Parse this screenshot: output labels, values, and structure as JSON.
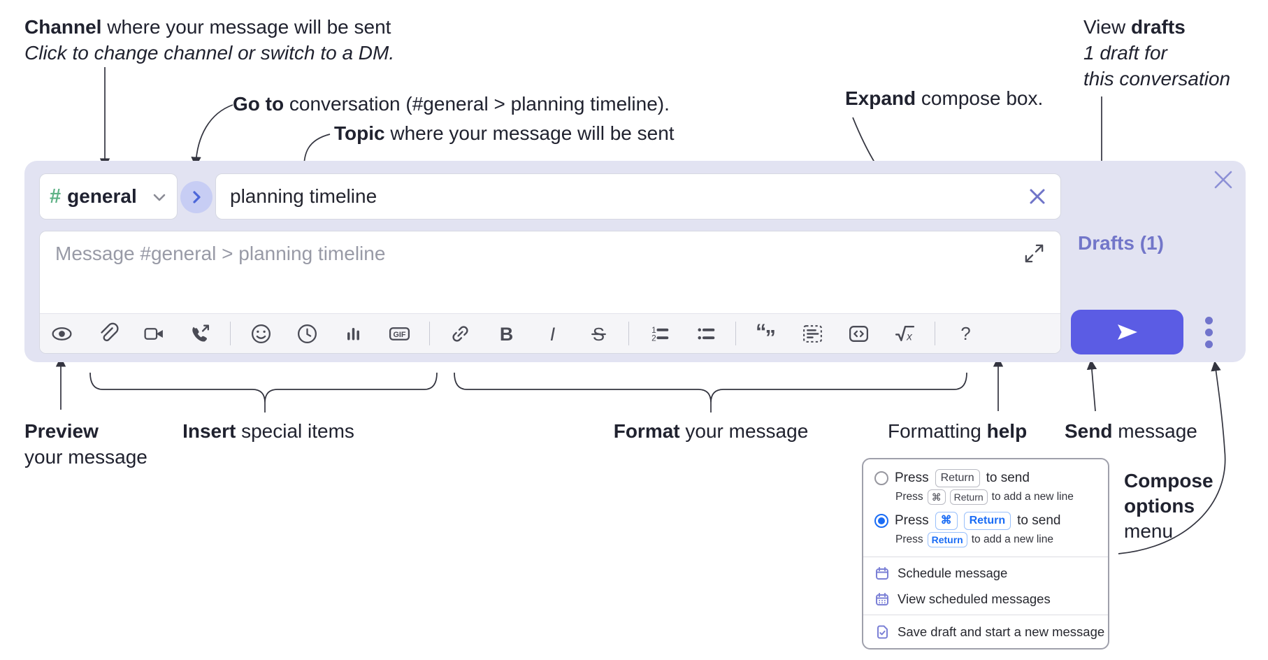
{
  "annotations": {
    "channel": {
      "bold": "Channel",
      "rest": " where your message will be sent",
      "line2": "Click to change channel or switch to a DM."
    },
    "goto": {
      "bold": "Go to",
      "rest": " conversation (#general > planning timeline)."
    },
    "topic": {
      "bold": "Topic",
      "rest": " where your message will be sent"
    },
    "expand": {
      "bold": "Expand",
      "rest": " compose box."
    },
    "drafts": {
      "pre": "View ",
      "bold": "drafts",
      "line2": "1 draft for",
      "line3": "this conversation"
    },
    "preview": {
      "bold": "Preview",
      "line2": "your message"
    },
    "insert": {
      "bold": "Insert",
      "rest": " special items"
    },
    "format": {
      "bold": "Format",
      "rest": " your message"
    },
    "help": {
      "pre": "Formatting ",
      "bold": "help"
    },
    "send": {
      "bold": "Send",
      "rest": " message"
    },
    "compose_options": {
      "bold1": "Compose",
      "bold2": "options",
      "rest": "menu"
    }
  },
  "compose": {
    "channel_hash": "#",
    "channel_name": "general",
    "topic_value": "planning timeline",
    "message_placeholder": "Message #general > planning timeline",
    "drafts_link": "Drafts (1)"
  },
  "toolbar": {
    "icons": [
      "eye-icon",
      "paperclip-icon",
      "video-icon",
      "phone-call-icon",
      "emoji-icon",
      "clock-icon",
      "bar-chart-icon",
      "gif-icon",
      "link-icon",
      "bold-icon",
      "italic-icon",
      "strikethrough-icon",
      "ordered-list-icon",
      "bullet-list-icon",
      "blockquote-icon",
      "code-block-icon",
      "code-icon",
      "formula-icon",
      "help-icon"
    ],
    "glyphs": {
      "gif": "GIF",
      "bold": "B",
      "italic": "I",
      "strike": "S",
      "ol1": "1",
      "ol2": "2",
      "quote_open": "“",
      "quote_close": "”",
      "formula_x": "x",
      "help": "?"
    }
  },
  "options_menu": {
    "radio_options": [
      {
        "selected": false,
        "main_prefix": "Press",
        "main_key": "Return",
        "main_suffix": "to send",
        "sub_prefix": "Press",
        "sub_key1": "⌘",
        "sub_key2": "Return",
        "sub_suffix": "to add a new line"
      },
      {
        "selected": true,
        "main_prefix": "Press",
        "main_key1": "⌘",
        "main_key2": "Return",
        "main_suffix": "to send",
        "sub_prefix": "Press",
        "sub_key": "Return",
        "sub_suffix": "to add a new line"
      }
    ],
    "items": [
      {
        "icon": "schedule-calendar-icon",
        "label": "Schedule message"
      },
      {
        "icon": "scheduled-messages-icon",
        "label": "View scheduled messages"
      },
      {
        "icon": "save-draft-icon",
        "label": "Save draft and start a new message"
      }
    ]
  },
  "colors": {
    "compose_bg": "#e2e3f2",
    "send_button": "#5b5ce4",
    "purple_link": "#7276c9",
    "channel_hash_green": "#5fb286",
    "go_button_bg": "#c7cdf4",
    "go_chevron_blue": "#4c66d9",
    "keycap_blue": "#1a6cf5",
    "radio_selected_blue": "#1a6cf5",
    "menu_icon_purple": "#7b80d6",
    "toolbar_icon_gray": "#4a4b55"
  }
}
